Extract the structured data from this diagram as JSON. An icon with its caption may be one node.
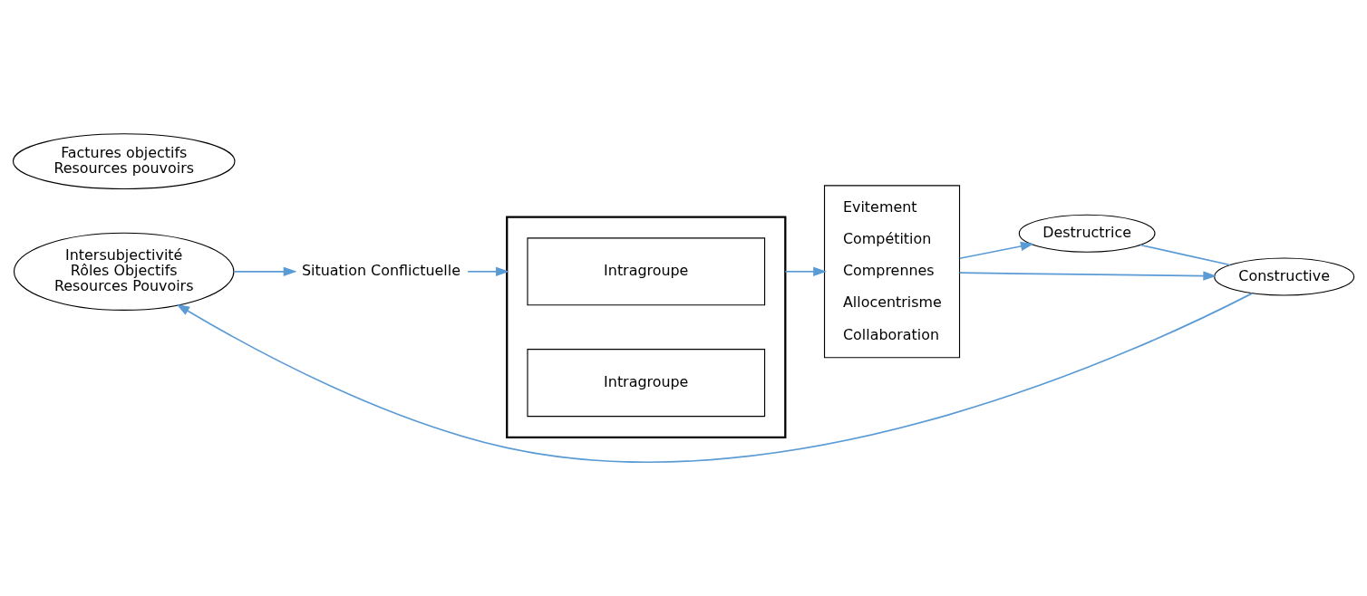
{
  "diagram": {
    "nodes": [
      {
        "text": [
          "Factures objectifs",
          "Resources pouvoirs"
        ]
      },
      {
        "text": [
          "Intersubjectivité",
          "Rôles Objectifs",
          "Resources Pouvoirs"
        ]
      },
      {
        "text": [],
        "shape": "box"
      },
      {
        "text": [
          "Intragroupe"
        ],
        "in": 2
      },
      {
        "text": [
          "Intragroupe"
        ],
        "in": 2
      },
      {
        "text": [
          "Evitement",
          "Compétition",
          "Comprennes",
          "Allocentrisme",
          "Collaboration"
        ]
      },
      {
        "text": [
          "Destructrice"
        ]
      },
      {
        "text": [
          "Constructive"
        ]
      },
      {
        "text": [
          "Situation Conflictuelle"
        ]
      }
    ],
    "edges": [
      {
        "from": 2,
        "to": 5,
        "arrow": "to"
      },
      {
        "from": 5,
        "to": 6,
        "arrow": "to"
      },
      {
        "from": 5,
        "to": 7,
        "arrow": "to"
      },
      {
        "from": 6,
        "to": 7,
        "arrow": "none"
      },
      {
        "from": 7,
        "to": 1,
        "arrow": "to"
      },
      {
        "from": 1,
        "to": 8,
        "arrow": "to"
      },
      {
        "from": 8,
        "to": 2,
        "arrow": "to"
      }
    ]
  }
}
